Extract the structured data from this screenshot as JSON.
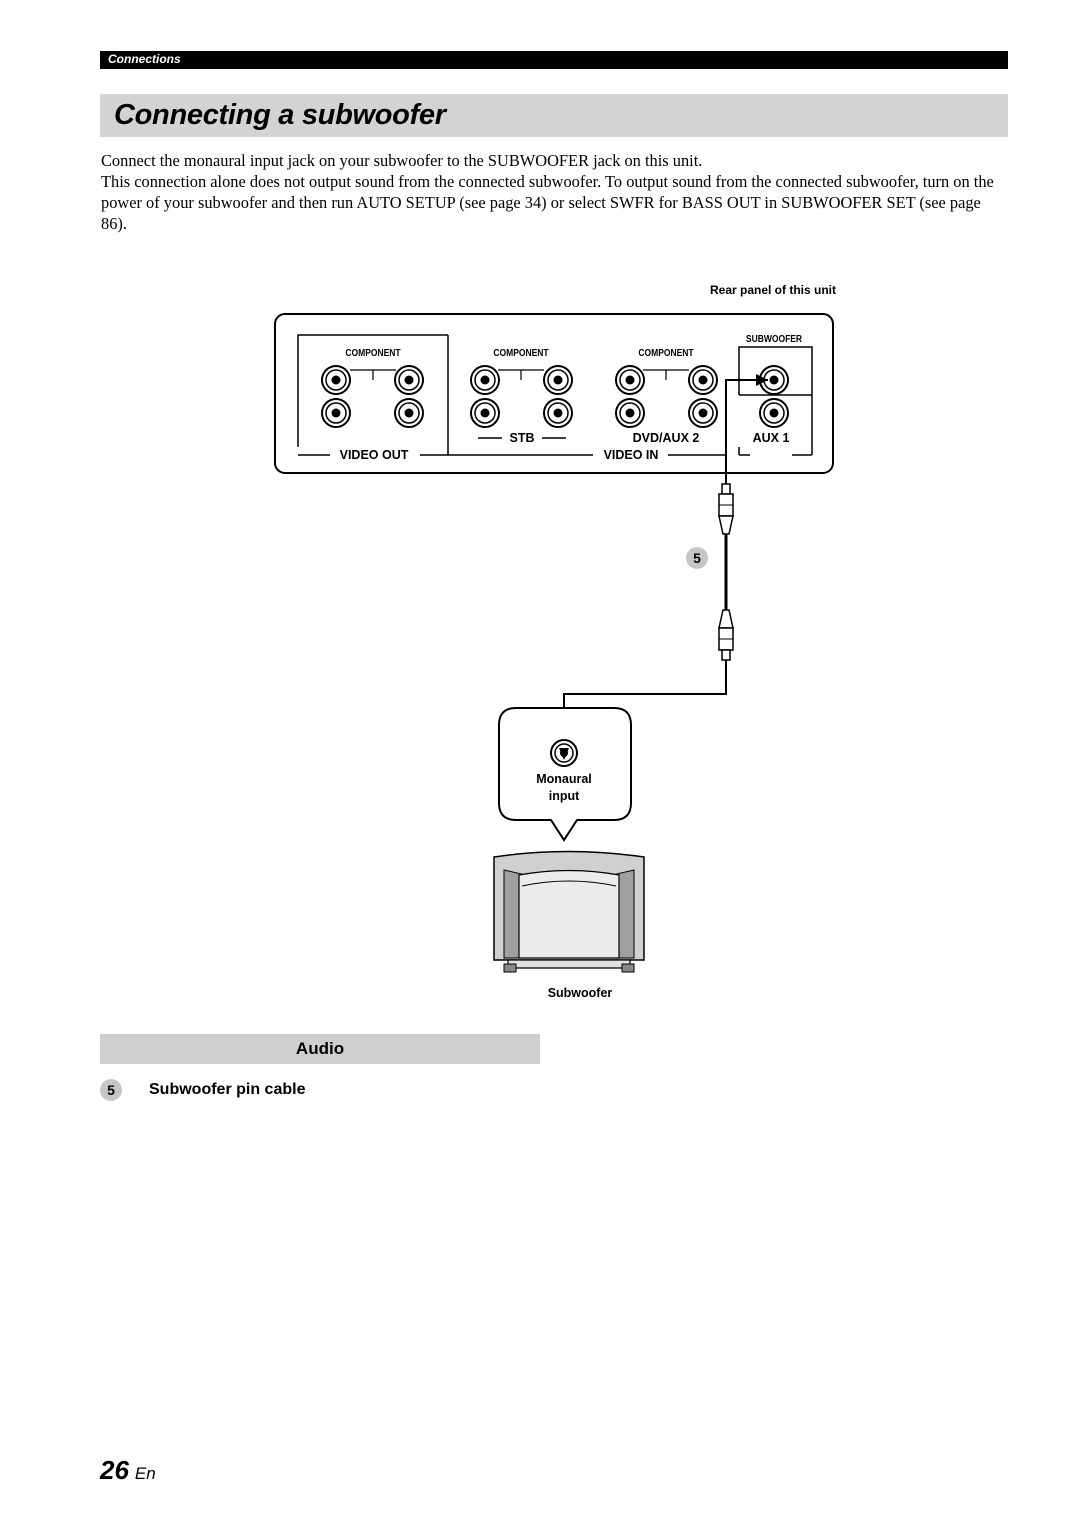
{
  "header": {
    "section": "Connections"
  },
  "title": "Connecting a subwoofer",
  "paragraphs": [
    "Connect the monaural input jack on your subwoofer to the SUBWOOFER jack on this unit.",
    "This connection alone does not output sound from the connected subwoofer. To output sound from the connected subwoofer, turn on the power of your subwoofer and then run AUTO SETUP (see page 34) or select SWFR for BASS OUT in SUBWOOFER SET (see page 86)."
  ],
  "diagram": {
    "rear_panel_caption": "Rear panel of this unit",
    "component_label": "COMPONENT",
    "subwoofer_jack_label": "SUBWOOFER",
    "video_out": "VIDEO OUT",
    "stb": "STB",
    "dvd_aux2": "DVD/AUX 2",
    "aux1": "AUX 1",
    "video_in": "VIDEO IN",
    "cable_number": "5",
    "monaural_line1": "Monaural",
    "monaural_line2": "input",
    "subwoofer_caption": "Subwoofer"
  },
  "audio_section": {
    "heading": "Audio",
    "items": [
      {
        "number": "5",
        "label": "Subwoofer pin cable"
      }
    ]
  },
  "footer": {
    "page_number": "26",
    "language": "En"
  }
}
